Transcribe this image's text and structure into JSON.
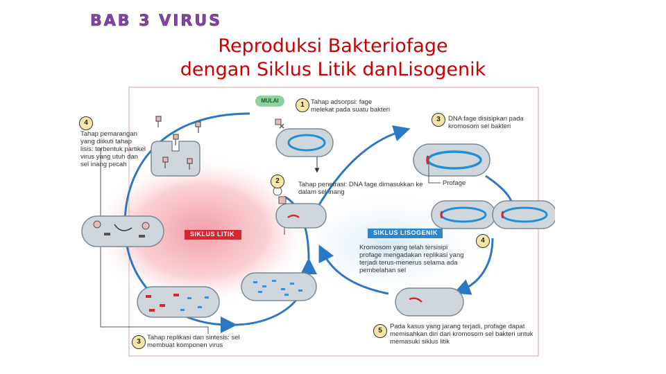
{
  "header": {
    "chapter_logo_text": "BAB 3 VIRUS",
    "title_line1": "Reproduksi Bakteriofage",
    "title_line2": "dengan Siklus Litik danLisogenik"
  },
  "diagram": {
    "start_label": "MULAI",
    "cycle_lytic_label": "SIKLUS  LITIK",
    "cycle_lysogenic_label": "SIKLUS  LISOGENIK",
    "prophage_label": "Profage",
    "lysogenic_note": "Kromosom yang telah tersisipi profage mengadakan replikasi yang terjadi terus-menerus selama ada pembelahan sel",
    "steps": [
      {
        "number": "1",
        "text": "Tahap adsorpsi: fage melekat pada suatu bakteri"
      },
      {
        "number": "2",
        "text": "Tahap penetrasi: DNA fage dimasukkan ke dalam sel inang"
      },
      {
        "number": "3",
        "text": "Tahap replikasi dan sintesis: sel membuat komponen virus"
      },
      {
        "number": "4",
        "text": "Tahap pemarangan yang diikuti tahap lisis: terbentuk partikel virus yang utuh dan sel inang pecah"
      },
      {
        "number": "3",
        "text": "DNA fage disisipkan pada kromosom sel bakteri"
      },
      {
        "number": "4",
        "text": ""
      },
      {
        "number": "5",
        "text": "Pada kasus yang jarang terjadi, profage dapat memisahkan diri dari kromosom sel bakteri untuk memasuki siklus litik"
      }
    ]
  },
  "colors": {
    "title_red": "#c80000",
    "arrow_blue": "#2a78c4",
    "lytic_pink": "#f08c96",
    "cell_fill": "#cfd7dd",
    "dna_blue": "#1f8fd6",
    "badge_red": "#d8262f",
    "badge_blue": "#2a86cf"
  }
}
